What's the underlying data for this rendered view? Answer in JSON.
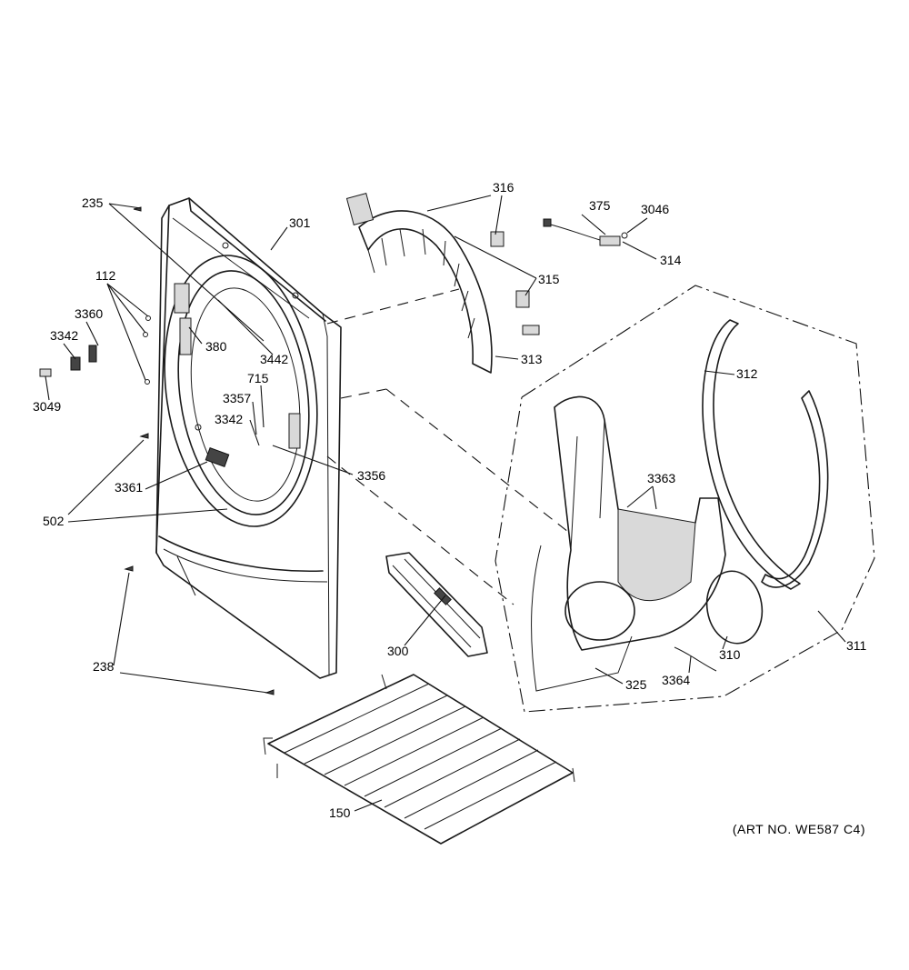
{
  "art_number": "(ART NO. WE587 C4)",
  "labels": {
    "235": "235",
    "301": "301",
    "316": "316",
    "375": "375",
    "3046": "3046",
    "314": "314",
    "112": "112",
    "315": "315",
    "3360": "3360",
    "3342a": "3342",
    "380": "380",
    "3442": "3442",
    "313": "313",
    "312": "312",
    "715": "715",
    "3049": "3049",
    "3357": "3357",
    "3342b": "3342",
    "3363": "3363",
    "3356": "3356",
    "3361": "3361",
    "502": "502",
    "300": "300",
    "310": "310",
    "311": "311",
    "238": "238",
    "3364": "3364",
    "325": "325",
    "150": "150"
  }
}
